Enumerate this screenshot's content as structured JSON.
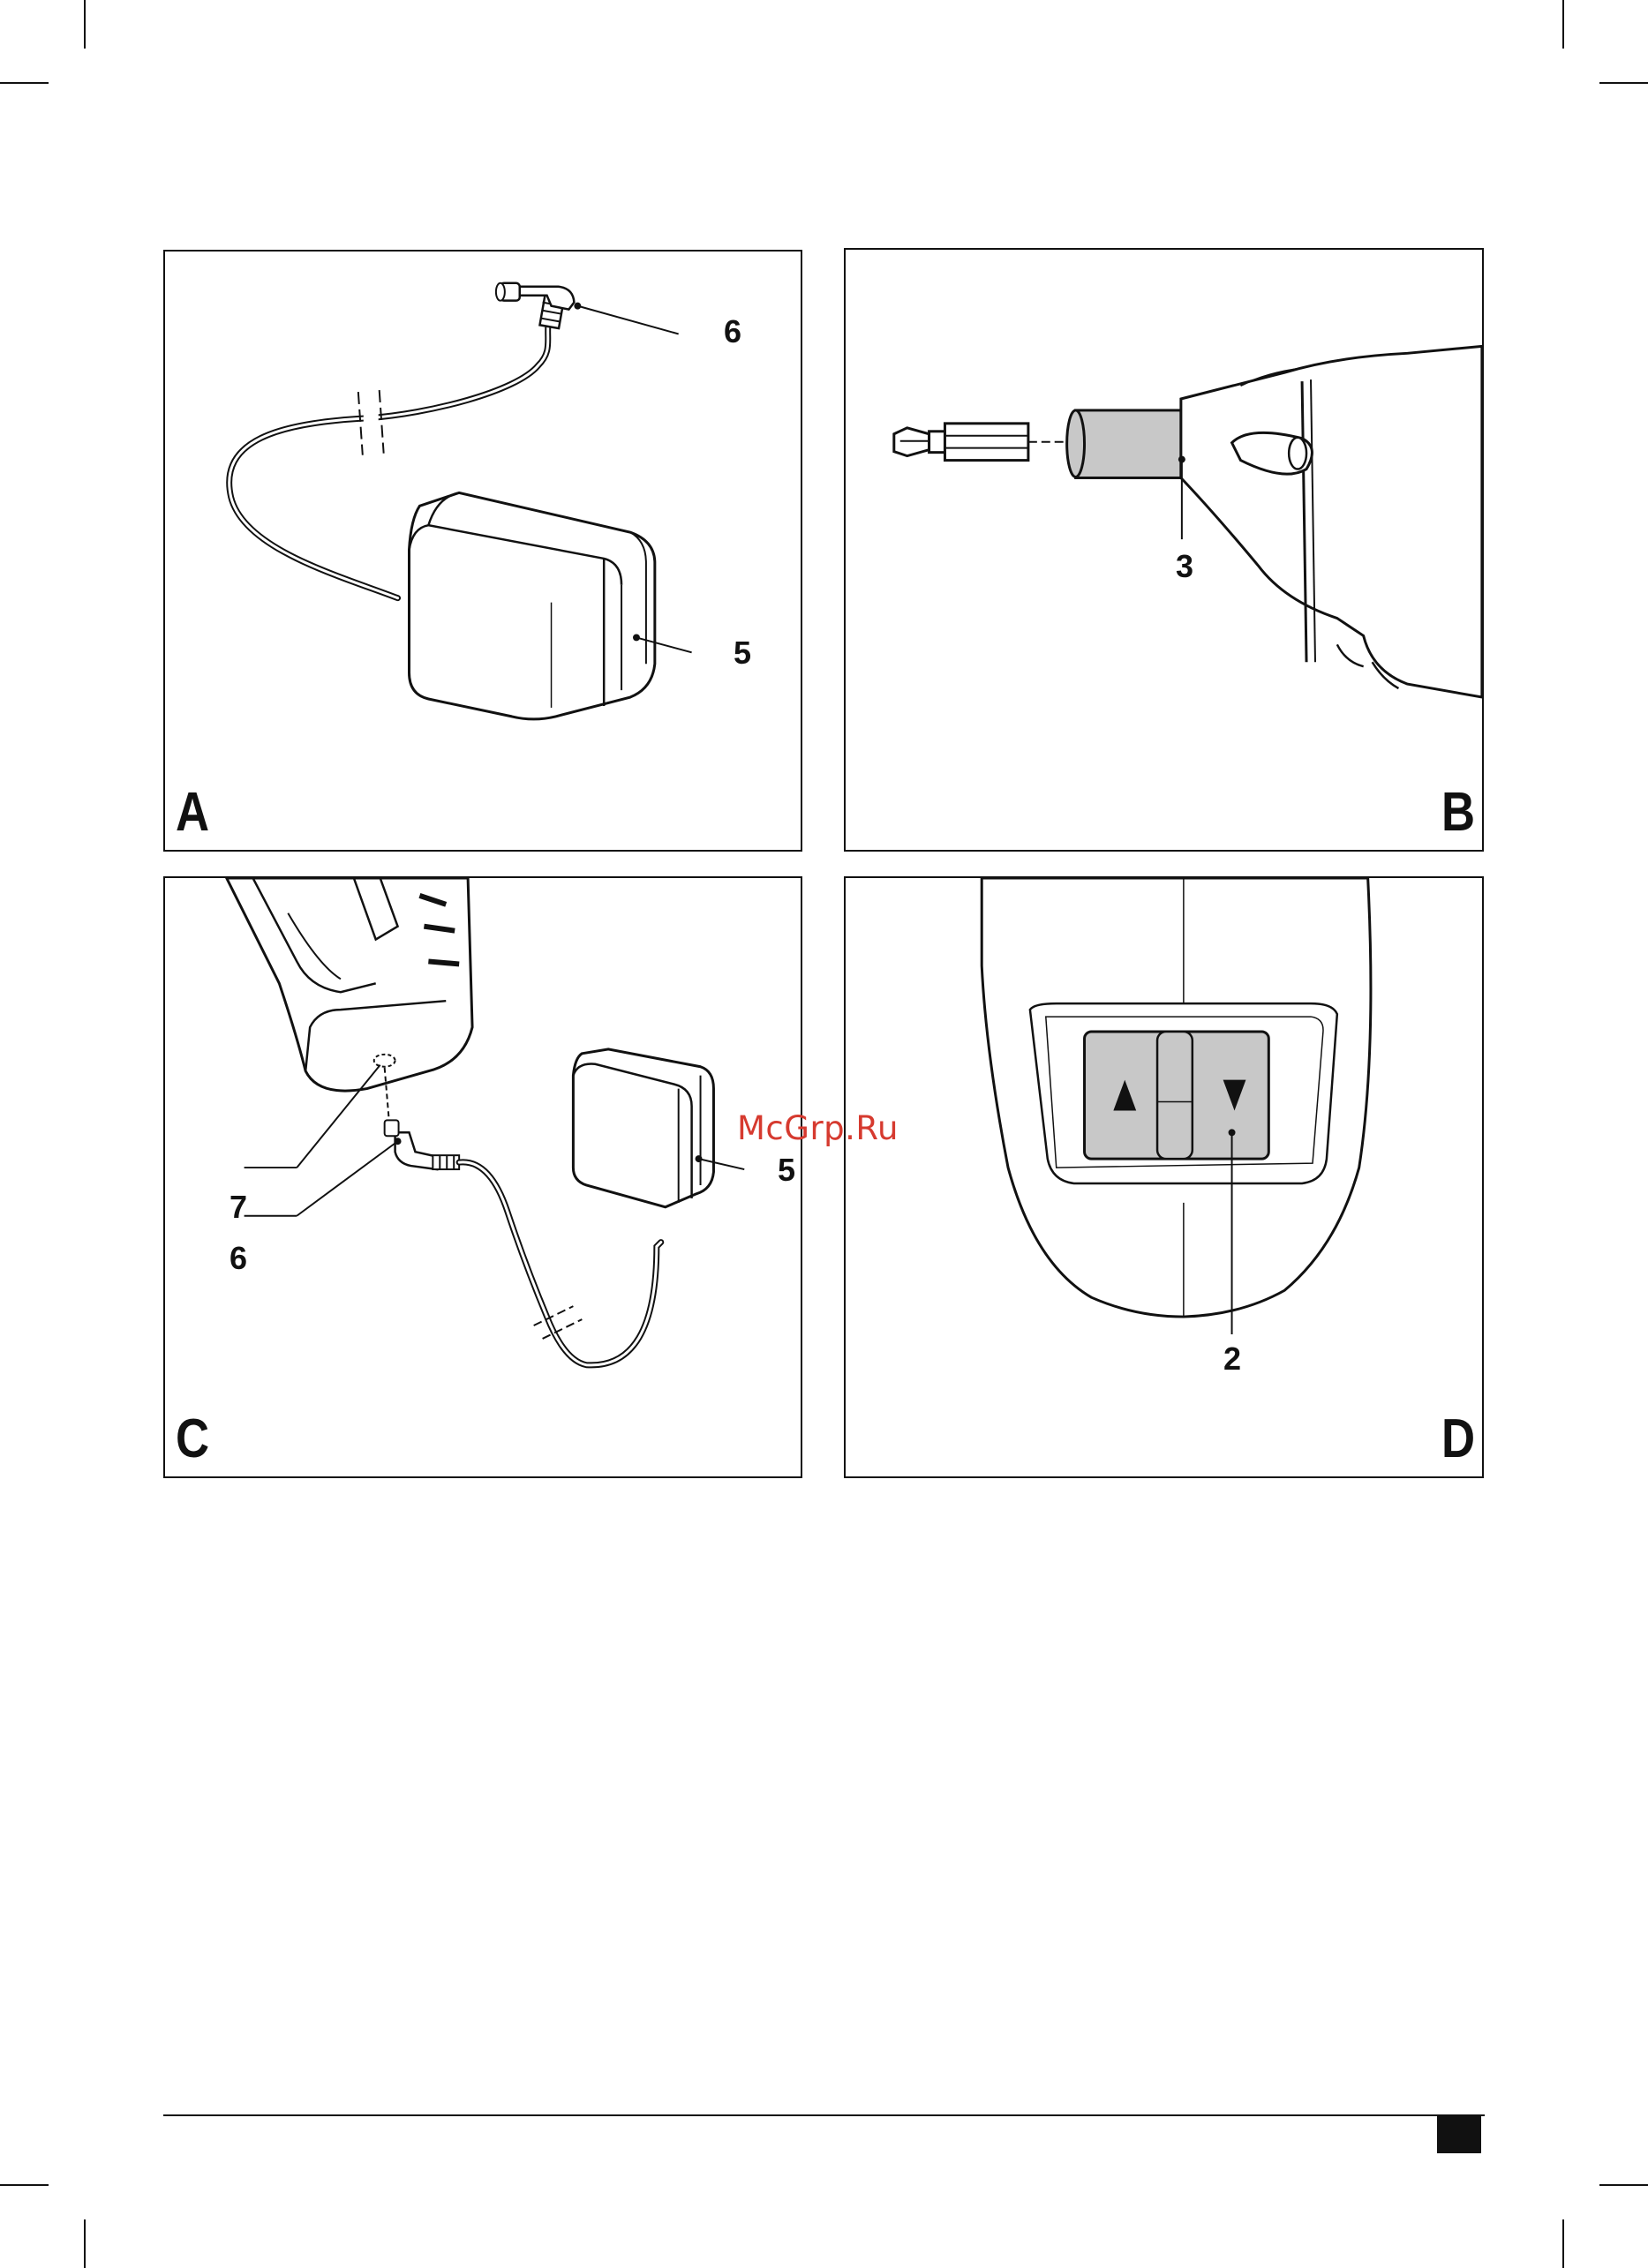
{
  "panels": {
    "a": {
      "letter": "A",
      "callouts": {
        "plug": "6",
        "adapter": "5"
      }
    },
    "b": {
      "letter": "B",
      "callouts": {
        "chuck": "3"
      }
    },
    "c": {
      "letter": "C",
      "callouts": {
        "socket": "7",
        "plug": "6",
        "adapter": "5"
      }
    },
    "d": {
      "letter": "D",
      "callouts": {
        "switch": "2"
      }
    }
  },
  "watermark": "McGrp.Ru",
  "colors": {
    "line": "#111111",
    "fill_grey": "#c8c8c8",
    "watermark": "#d63a2f"
  }
}
